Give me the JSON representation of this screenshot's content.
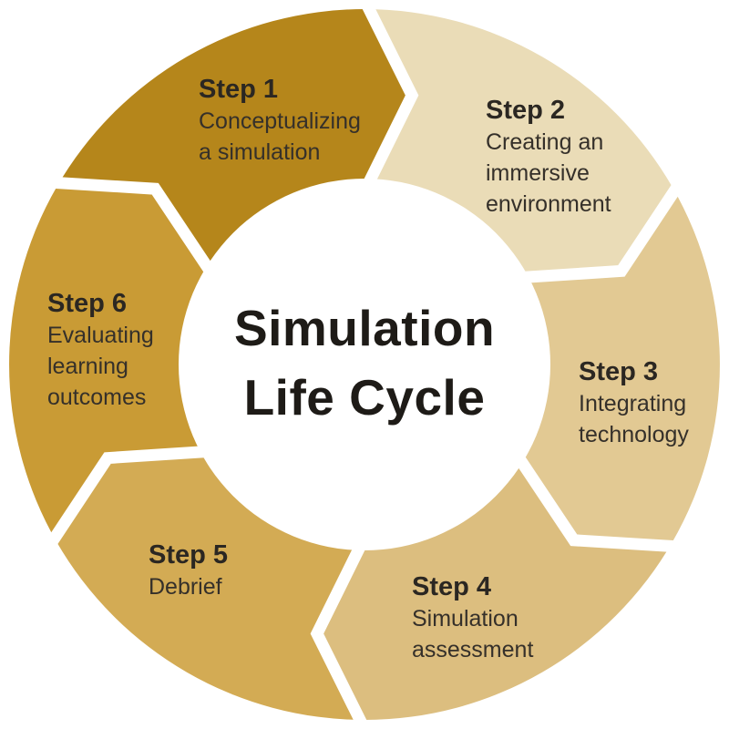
{
  "title": {
    "line1": "Simulation",
    "line2": "Life Cycle"
  },
  "steps": [
    {
      "label": "Step 1",
      "desc_line1": "Conceptualizing",
      "desc_line2": "a simulation",
      "desc_line3": "",
      "color": "#B5861B"
    },
    {
      "label": "Step 2",
      "desc_line1": "Creating an",
      "desc_line2": "immersive",
      "desc_line3": "environment",
      "color": "#EADCB7"
    },
    {
      "label": "Step 3",
      "desc_line1": "Integrating",
      "desc_line2": "technology",
      "desc_line3": "",
      "color": "#E2C993"
    },
    {
      "label": "Step 4",
      "desc_line1": "Simulation",
      "desc_line2": "assessment",
      "desc_line3": "",
      "color": "#DCBE7F"
    },
    {
      "label": "Step 5",
      "desc_line1": "Debrief",
      "desc_line2": "",
      "desc_line3": "",
      "color": "#D3AB54"
    },
    {
      "label": "Step 6",
      "desc_line1": "Evaluating",
      "desc_line2": "learning",
      "desc_line3": "outcomes",
      "color": "#C99B35"
    }
  ],
  "colors": {
    "background": "#FFFFFF",
    "gap": "#FFFFFF",
    "heading_text": "#2B2722",
    "body_text": "#35302A",
    "title_text": "#1E1B17"
  }
}
